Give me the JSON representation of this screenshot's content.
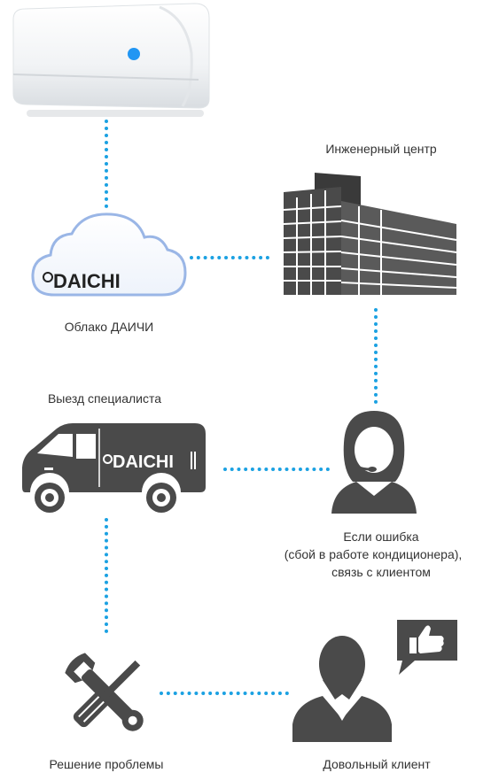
{
  "labels": {
    "engineering_center": "Инженерный центр",
    "cloud": "Облако ДАИЧИ",
    "specialist_visit": "Выезд специалиста",
    "error_line1": "Если ошибка",
    "error_line2": "(сбой в работе кондиционера),",
    "error_line3": "связь с клиентом",
    "problem_solving": "Решение проблемы",
    "happy_client": "Довольный клиент"
  },
  "brand": {
    "cloud_logo": "DAICHI",
    "van_logo": "DAICHI"
  },
  "colors": {
    "connector": "#1ba1e2",
    "icon_gray": "#4a4a4a",
    "cloud_outline": "#9ab6e6",
    "ac_led": "#2196f3"
  }
}
